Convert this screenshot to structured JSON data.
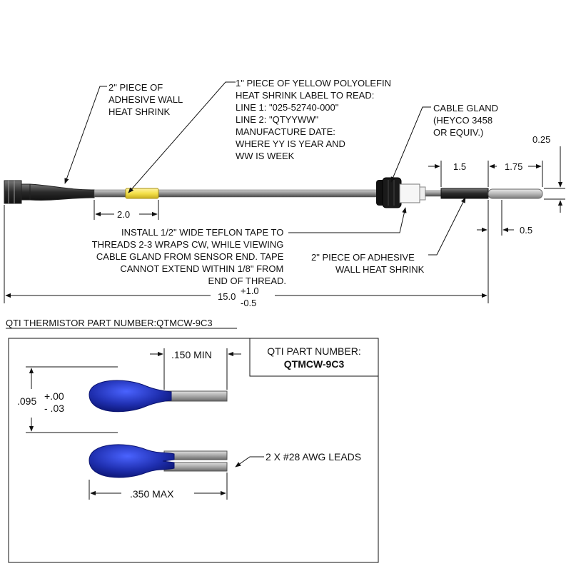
{
  "notes": {
    "adhesive_left": [
      "2\" PIECE OF",
      "ADHESIVE WALL",
      "HEAT SHRINK"
    ],
    "yellow_label": [
      "1\" PIECE OF YELLOW POLYOLEFIN",
      "HEAT SHRINK LABEL TO READ:",
      "LINE 1: \"025-52740-000\"",
      "LINE 2: \"QTYYWW\"",
      "MANUFACTURE DATE:",
      "WHERE YY IS YEAR AND",
      "WW IS WEEK"
    ],
    "cable_gland": [
      "CABLE GLAND",
      "(HEYCO 3458",
      "OR EQUIV.)"
    ],
    "teflon": [
      "INSTALL 1/2\" WIDE TEFLON TAPE TO",
      "THREADS 2-3 WRAPS CW, WHILE VIEWING",
      "CABLE GLAND FROM SENSOR END. TAPE",
      "CANNOT EXTEND WITHIN 1/8\" FROM",
      "END OF THREAD."
    ],
    "adhesive_right": [
      "2\" PIECE OF ADHESIVE",
      "WALL HEAT SHRINK"
    ]
  },
  "dims": {
    "d_2_0": "2.0",
    "d_1_5": "1.5",
    "d_1_75": "1.75",
    "d_0_25": "0.25",
    "d_0_5": "0.5",
    "d_total": "15.0",
    "d_total_plus": "+1.0",
    "d_total_minus": "-0.5"
  },
  "detail": {
    "section_title": "QTI THERMISTOR PART NUMBER:QTMCW-9C3",
    "box_label": "QTI PART NUMBER:",
    "box_part": "QTMCW-9C3",
    "min_dim": ".150 MIN",
    "dia_dim": ".095",
    "dia_plus": "+.00",
    "dia_minus": "- .03",
    "max_dim": ".350 MAX",
    "leads_note": "2 X #28 AWG LEADS"
  },
  "colors": {
    "yellow_label": "#f4e04a",
    "bead_blue": "#1f2fb0",
    "cable_gray": "#8a8a8a"
  }
}
